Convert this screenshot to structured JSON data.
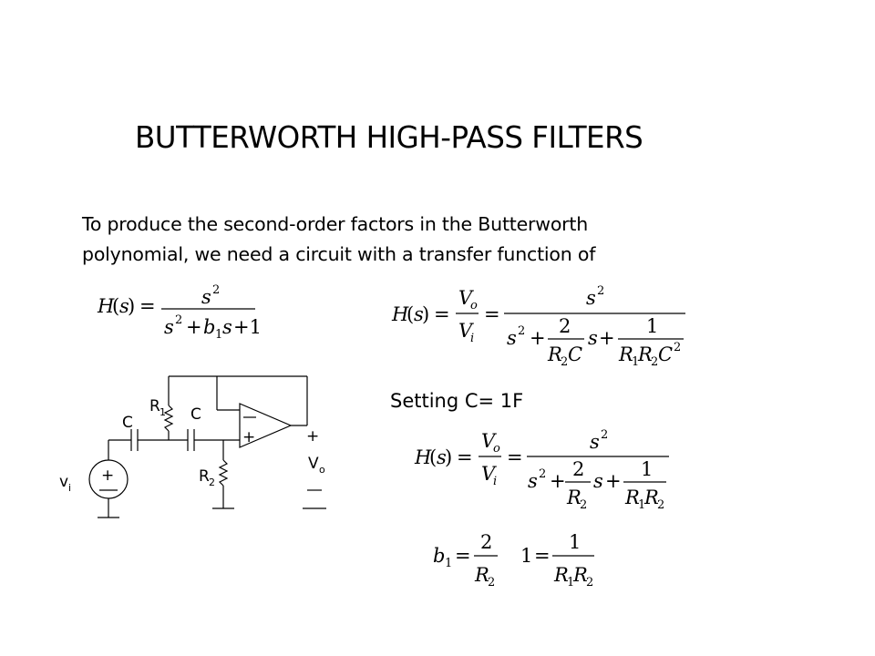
{
  "slide": {
    "title": "BUTTERWORTH HIGH-PASS FILTERS",
    "intro_line1": "To produce the second-order factors in the Butterworth",
    "intro_line2": "polynomial, we need a circuit with a transfer function of",
    "setting_text": "Setting C= 1F"
  },
  "equations": {
    "eq1": {
      "lhs": "H(s)",
      "num": "s²",
      "den": "s² + b₁s + 1"
    },
    "eq2": {
      "lhs": "H(s)",
      "ratio": "Vo/Vi",
      "num": "s²",
      "den": "s² + 2/(R₂C) s + 1/(R₁R₂C²)"
    },
    "eq3": {
      "lhs": "H(s)",
      "ratio": "Vo/Vi",
      "num": "s²",
      "den": "s² + 2/R₂ s + 1/(R₁R₂)"
    },
    "eq4": {
      "left": "b₁ = 2/R₂",
      "right": "1 = 1/(R₁R₂)"
    }
  },
  "circuit": {
    "cap_label": "C",
    "r1_label": "R",
    "r1_sub": "1",
    "r2_label": "R",
    "r2_sub": "2",
    "vi_label": "v",
    "vi_sub": "i",
    "vo_label": "V",
    "vo_sub": "o",
    "plus": "+",
    "minus": "—"
  }
}
